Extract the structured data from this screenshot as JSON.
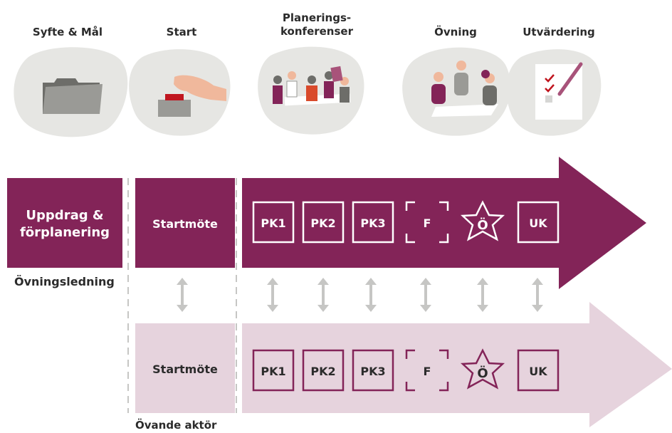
{
  "phases": [
    {
      "title": "Syfte & Mål",
      "icon": "folder-icon"
    },
    {
      "title": "Start",
      "icon": "button-press-icon"
    },
    {
      "title": "Planerings-\nkonferenser",
      "icon": "meeting-icon"
    },
    {
      "title": "Övning",
      "icon": "exercise-icon"
    },
    {
      "title": "Utvärdering",
      "icon": "checklist-icon"
    }
  ],
  "leadership_track": {
    "label": "Övningsledning",
    "first_box": "Uppdrag &\nförplanering",
    "start_box": "Startmöte",
    "steps": [
      "PK1",
      "PK2",
      "PK3",
      "F",
      "Ö",
      "UK"
    ]
  },
  "actor_track": {
    "label": "Övande aktör",
    "start_box": "Startmöte",
    "steps": [
      "PK1",
      "PK2",
      "PK3",
      "F",
      "Ö",
      "UK"
    ]
  },
  "colors": {
    "primary": "#832458",
    "light": "#e6d3dd",
    "blob": "#e6e6e3",
    "arrow_connector": "#c6c6c4",
    "text_dark": "#2b2b2b"
  }
}
